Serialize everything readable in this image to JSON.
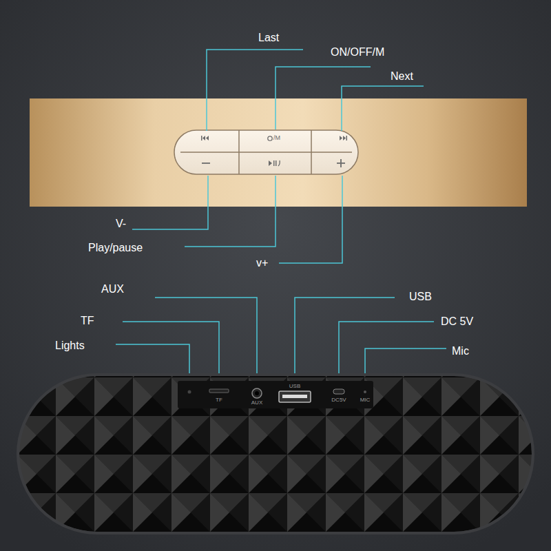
{
  "diagram": {
    "labels": [
      "Last",
      "ON/OFF/M",
      "Next",
      "/M",
      "V-",
      "Play/pause",
      "v+",
      "AUX",
      "TF",
      "Lights",
      "USB",
      "DC 5V",
      "Mic",
      "TF",
      "AUX",
      "USB",
      "DC5V",
      "MIC"
    ]
  }
}
